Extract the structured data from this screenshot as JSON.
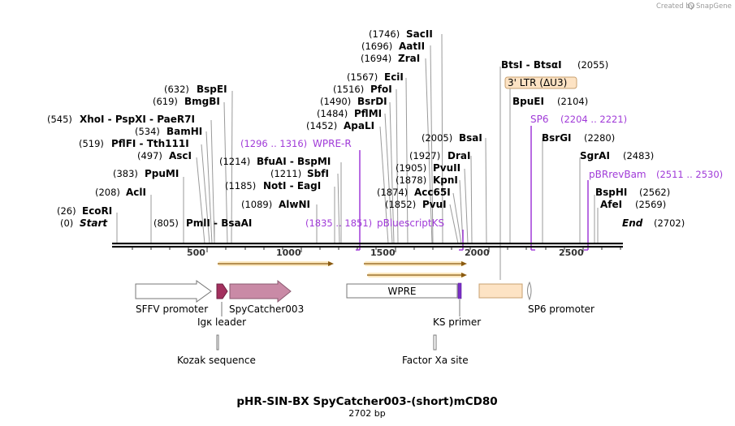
{
  "credit": "Created by",
  "brand": "SnapGene",
  "title": "pHR-SIN-BX SpyCatcher003-(short)mCD80",
  "length": "2702 bp",
  "start_label": "Start",
  "start_pos": "(0)",
  "end_label": "End",
  "end_pos": "(2702)",
  "ticks": [
    "500",
    "1000",
    "1500",
    "2000",
    "2500"
  ],
  "sites_left": [
    {
      "name": "EcoRI",
      "pos": "(26)"
    },
    {
      "name": "AclI",
      "pos": "(208)"
    },
    {
      "name": "PpuMI",
      "pos": "(383)"
    },
    {
      "name": "AscI",
      "pos": "(497)"
    },
    {
      "name": "PflFI  - Tth111I",
      "pos": "(519)"
    },
    {
      "name": "BamHI",
      "pos": "(534)"
    },
    {
      "name": "XhoI  - PspXI  - PaeR7I",
      "pos": "(545)"
    },
    {
      "name": "BmgBI",
      "pos": "(619)"
    },
    {
      "name": "BspEI",
      "pos": "(632)"
    },
    {
      "name": "PmlI  - BsaAI",
      "pos": "(805)"
    },
    {
      "name": "AlwNI",
      "pos": "(1089)"
    },
    {
      "name": "NotI  - EagI",
      "pos": "(1185)"
    },
    {
      "name": "SbfI",
      "pos": "(1211)"
    },
    {
      "name": "BfuAI  - BspMI",
      "pos": "(1214)"
    },
    {
      "name": "ApaLI",
      "pos": "(1452)"
    },
    {
      "name": "PflMI",
      "pos": "(1484)"
    },
    {
      "name": "BsrDI",
      "pos": "(1490)"
    },
    {
      "name": "PfoI",
      "pos": "(1516)"
    },
    {
      "name": "EciI",
      "pos": "(1567)"
    },
    {
      "name": "ZraI",
      "pos": "(1694)"
    },
    {
      "name": "AatII",
      "pos": "(1696)"
    },
    {
      "name": "SacII",
      "pos": "(1746)"
    },
    {
      "name": "PvuI",
      "pos": "(1852)"
    },
    {
      "name": "Acc65I",
      "pos": "(1874)"
    },
    {
      "name": "KpnI",
      "pos": "(1878)"
    },
    {
      "name": "PvuII",
      "pos": "(1905)"
    },
    {
      "name": "DraI",
      "pos": "(1927)"
    },
    {
      "name": "BsaI",
      "pos": "(2005)"
    }
  ],
  "sites_right": [
    {
      "name": "BtsI  - BtsαI",
      "pos": "(2055)"
    },
    {
      "name": "BpuEI",
      "pos": "(2104)"
    },
    {
      "name": "BsrGI",
      "pos": "(2280)"
    },
    {
      "name": "SgrAI",
      "pos": "(2483)"
    },
    {
      "name": "BspHI",
      "pos": "(2562)"
    },
    {
      "name": "AfeI",
      "pos": "(2569)"
    }
  ],
  "primers": [
    {
      "name": "WPRE-R",
      "range": "(1296 .. 1316)"
    },
    {
      "name": "pBluescriptKS",
      "range": "(1835 .. 1851)"
    },
    {
      "name": "SP6",
      "range": "(2204 .. 2221)"
    },
    {
      "name": "pBRrevBam",
      "range": "(2511 .. 2530)"
    }
  ],
  "ltr_label": "3' LTR (ΔU3)",
  "features": {
    "sffv": "SFFV promoter",
    "igk": "Igκ leader",
    "spycatcher": "SpyCatcher003",
    "wpre": "WPRE",
    "ks_primer": "KS primer",
    "sp6_promoter": "SP6 promoter",
    "kozak": "Kozak sequence",
    "factor_xa": "Factor Xa site"
  },
  "colors": {
    "backbone": "#111111",
    "orf": "#f5b82e",
    "primer": "#a03ad8",
    "ltr_fill": "#fde3c4",
    "ltr_stroke": "#c8a070",
    "igk_fill": "#a3305e",
    "spycatcher_fill": "#c98aa6",
    "ks_fill": "#7b2fc9"
  }
}
